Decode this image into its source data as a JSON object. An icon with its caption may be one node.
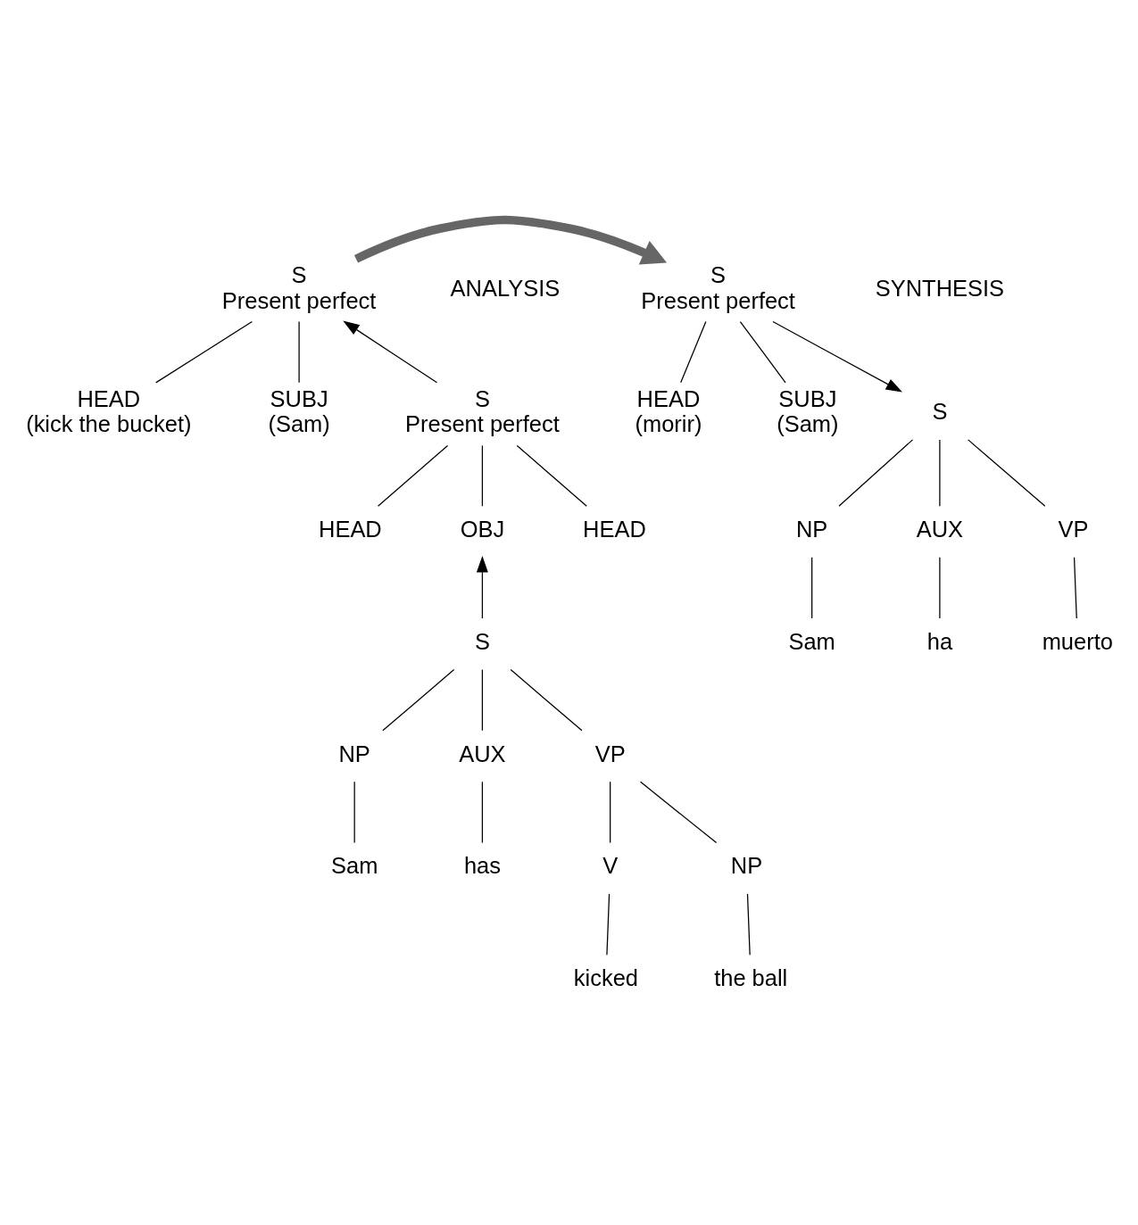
{
  "diagram": {
    "nodes": [
      {
        "text": [
          "S",
          "Present perfect"
        ]
      },
      {
        "text": [
          "HEAD",
          "(kick the bucket)"
        ]
      },
      {
        "text": [
          "SUBJ",
          "(Sam)"
        ]
      },
      {
        "text": [
          "S",
          "Present perfect"
        ]
      },
      {
        "text": [
          "HEAD",
          "(morir)"
        ]
      },
      {
        "text": [
          "SUBJ",
          "(Sam)"
        ]
      },
      {
        "text": [
          "S",
          "Present perfect"
        ]
      },
      {
        "text": [
          "HEAD"
        ]
      },
      {
        "text": [
          "OBJ"
        ]
      },
      {
        "text": [
          "HEAD"
        ]
      },
      {
        "text": [
          "S"
        ]
      },
      {
        "text": [
          "NP"
        ]
      },
      {
        "text": [
          "AUX"
        ]
      },
      {
        "text": [
          "VP"
        ]
      },
      {
        "text": [
          "V"
        ]
      },
      {
        "text": [
          "NP"
        ]
      },
      {
        "text": [
          "Sam"
        ]
      },
      {
        "text": [
          "has"
        ]
      },
      {
        "text": [
          "kicked"
        ]
      },
      {
        "text": [
          "the ball"
        ]
      },
      {
        "text": [
          "S"
        ]
      },
      {
        "text": [
          "NP"
        ]
      },
      {
        "text": [
          "AUX"
        ]
      },
      {
        "text": [
          "VP"
        ]
      },
      {
        "text": [
          "Sam"
        ]
      },
      {
        "text": [
          "ha"
        ]
      },
      {
        "text": [
          "muerto"
        ]
      }
    ],
    "edges": [
      {
        "from": 0,
        "to": 1,
        "arrow": "none"
      },
      {
        "from": 0,
        "to": 2,
        "arrow": "none"
      },
      {
        "from": 0,
        "to": 3,
        "arrow": "to",
        "style": "thick",
        "color": "#666666"
      },
      {
        "from": 3,
        "to": 4,
        "arrow": "none"
      },
      {
        "from": 3,
        "to": 5,
        "arrow": "none"
      },
      {
        "from": 6,
        "to": 0,
        "arrow": "to"
      },
      {
        "from": 6,
        "to": 7,
        "arrow": "none"
      },
      {
        "from": 6,
        "to": 8,
        "arrow": "none"
      },
      {
        "from": 6,
        "to": 9,
        "arrow": "none"
      },
      {
        "from": 10,
        "to": 8,
        "arrow": "to"
      },
      {
        "from": 10,
        "to": 11,
        "arrow": "none"
      },
      {
        "from": 10,
        "to": 12,
        "arrow": "none"
      },
      {
        "from": 10,
        "to": 13,
        "arrow": "none"
      },
      {
        "from": 13,
        "to": 14,
        "arrow": "none"
      },
      {
        "from": 13,
        "to": 15,
        "arrow": "none"
      },
      {
        "from": 11,
        "to": 16,
        "arrow": "none"
      },
      {
        "from": 12,
        "to": 17,
        "arrow": "none"
      },
      {
        "from": 14,
        "to": 18,
        "arrow": "none"
      },
      {
        "from": 15,
        "to": 19,
        "arrow": "none"
      },
      {
        "from": 3,
        "to": 20,
        "arrow": "to"
      },
      {
        "from": 20,
        "to": 21,
        "arrow": "none"
      },
      {
        "from": 20,
        "to": 22,
        "arrow": "none"
      },
      {
        "from": 20,
        "to": 23,
        "arrow": "none"
      },
      {
        "from": 21,
        "to": 24,
        "arrow": "none"
      },
      {
        "from": 22,
        "to": 25,
        "arrow": "none"
      },
      {
        "from": 23,
        "to": 26,
        "arrow": "none"
      }
    ],
    "labels": [
      "ANALYSIS",
      "SYNTHESIS"
    ]
  }
}
